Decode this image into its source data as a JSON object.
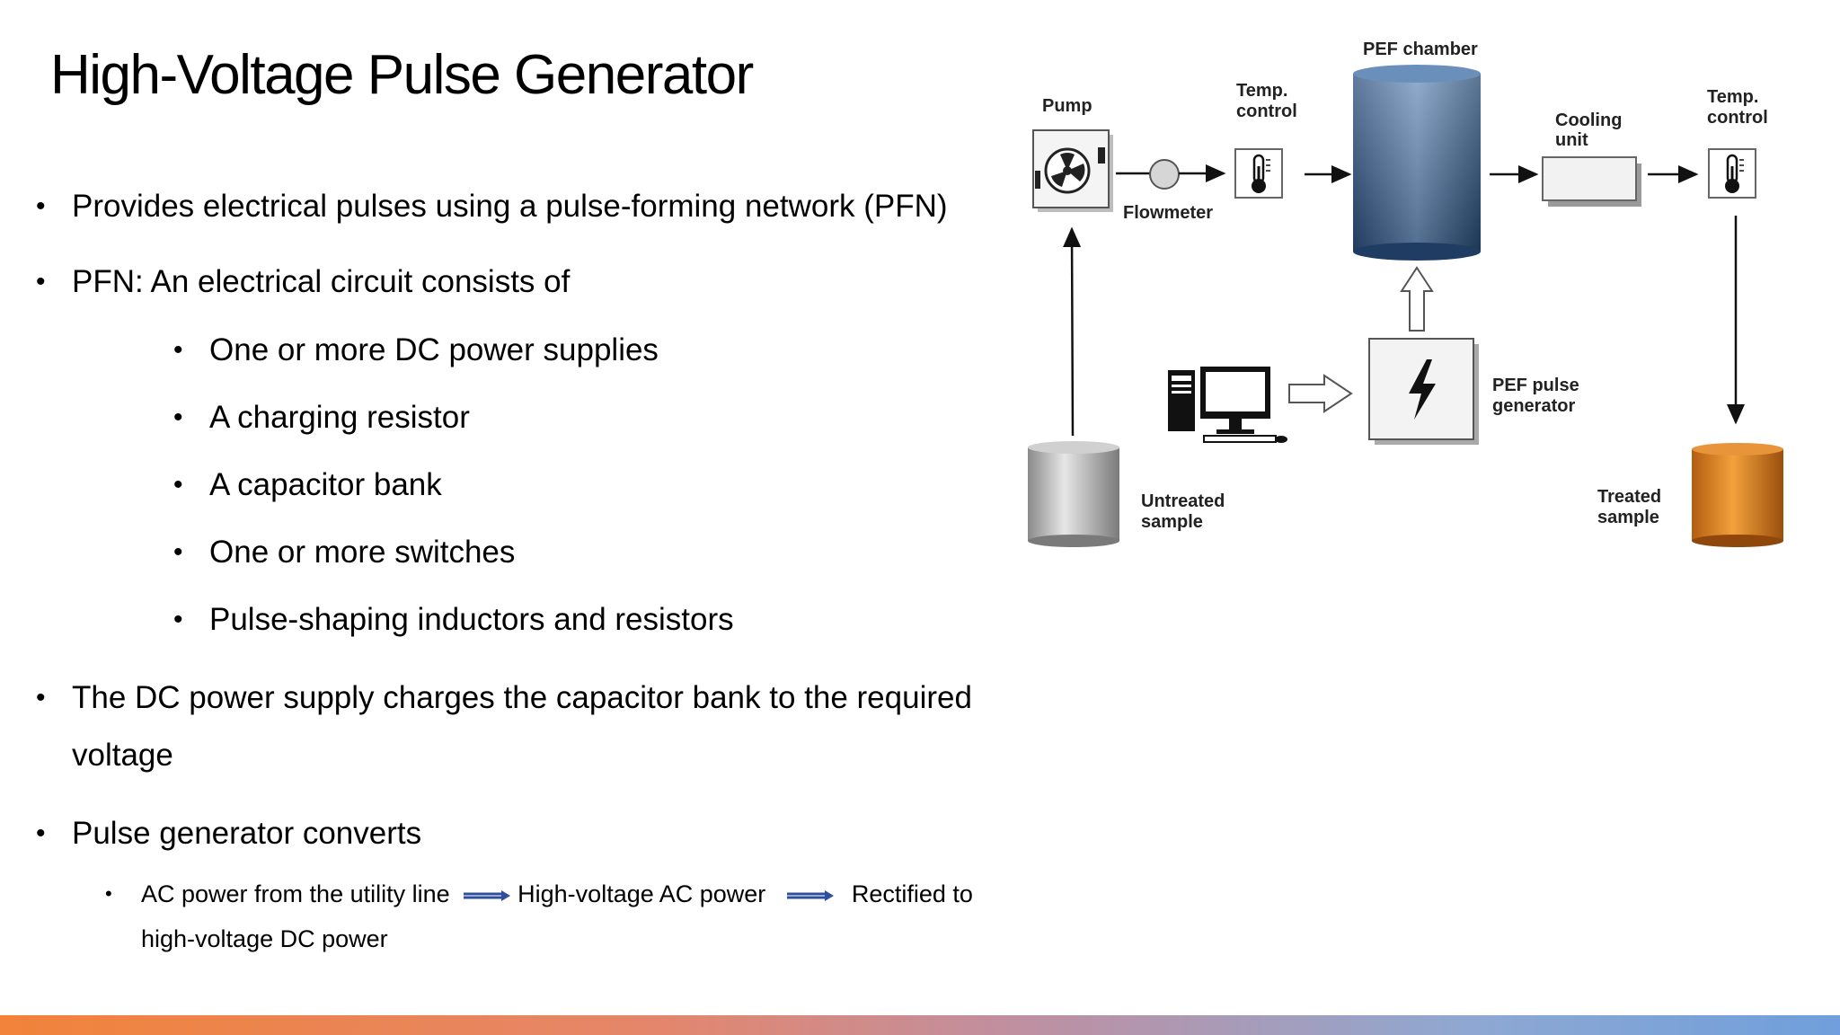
{
  "title": "High-Voltage Pulse Generator",
  "bullets": {
    "b1": "Provides electrical pulses using a pulse-forming network (PFN)",
    "b2": "PFN: An electrical circuit consists of",
    "sub": [
      "One or more DC power supplies",
      "A charging resistor",
      "A capacitor bank",
      "One or more switches",
      "Pulse-shaping inductors and resistors"
    ],
    "b3_line1": "The DC power supply charges the capacitor bank to the required",
    "b3_line2": "voltage",
    "b4": "Pulse generator converts",
    "conv": {
      "part1": "AC power from the utility line",
      "part2": "High-voltage AC power",
      "part3": "Rectified to",
      "part4": "high-voltage DC power"
    }
  },
  "diagram": {
    "pump": "Pump",
    "temp1_line1": "Temp.",
    "temp1_line2": "control",
    "flowmeter": "Flowmeter",
    "pef_chamber": "PEF chamber",
    "cooling_line1": "Cooling",
    "cooling_line2": "unit",
    "temp2_line1": "Temp.",
    "temp2_line2": "control",
    "pef_gen_line1": "PEF pulse",
    "pef_gen_line2": "generator",
    "untreated_line1": "Untreated",
    "untreated_line2": "sample",
    "treated_line1": "Treated",
    "treated_line2": "sample"
  },
  "colors": {
    "footer_start": "#f1833a",
    "footer_end": "#6f9fdc",
    "inline_arrow": "#2f4f9e",
    "chamber": "#3f6a9a",
    "treated": "#d9801f",
    "untreated": "#b5b5b5"
  },
  "icons": [
    "pump-icon",
    "thermometer-icon",
    "lightning-icon",
    "computer-icon",
    "arrow-icon"
  ]
}
